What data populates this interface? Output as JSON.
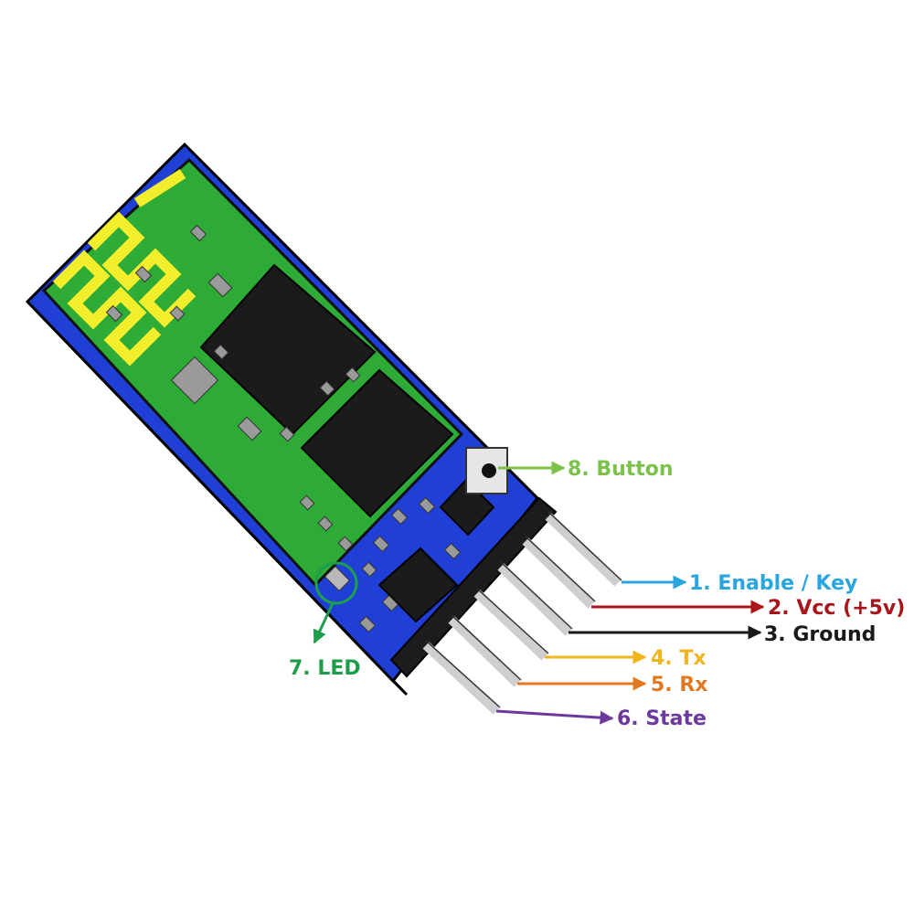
{
  "labels": [
    {
      "id": "enable-key",
      "text": "1. Enable / Key",
      "color": "#2aa6df"
    },
    {
      "id": "vcc",
      "text": "2. Vcc (+5v)",
      "color": "#a8151b"
    },
    {
      "id": "ground",
      "text": "3. Ground",
      "color": "#1a1a1a"
    },
    {
      "id": "tx",
      "text": "4. Tx",
      "color": "#f2b51e"
    },
    {
      "id": "rx",
      "text": "5. Rx",
      "color": "#e07a22"
    },
    {
      "id": "state",
      "text": "6. State",
      "color": "#6b3a9c"
    },
    {
      "id": "led",
      "text": "7. LED",
      "color": "#1e9e4a"
    },
    {
      "id": "button",
      "text": "8. Button",
      "color": "#7cc24a"
    }
  ],
  "colors": {
    "pcb_blue": "#1f3fd6",
    "pcb_blue_dark": "#0f1f85",
    "pcb_green": "#2eaa36",
    "antenna": "#f3ee2c",
    "chip": "#1b1b1b",
    "header": "#1c1c1c",
    "pin": "#cfcfcf"
  }
}
